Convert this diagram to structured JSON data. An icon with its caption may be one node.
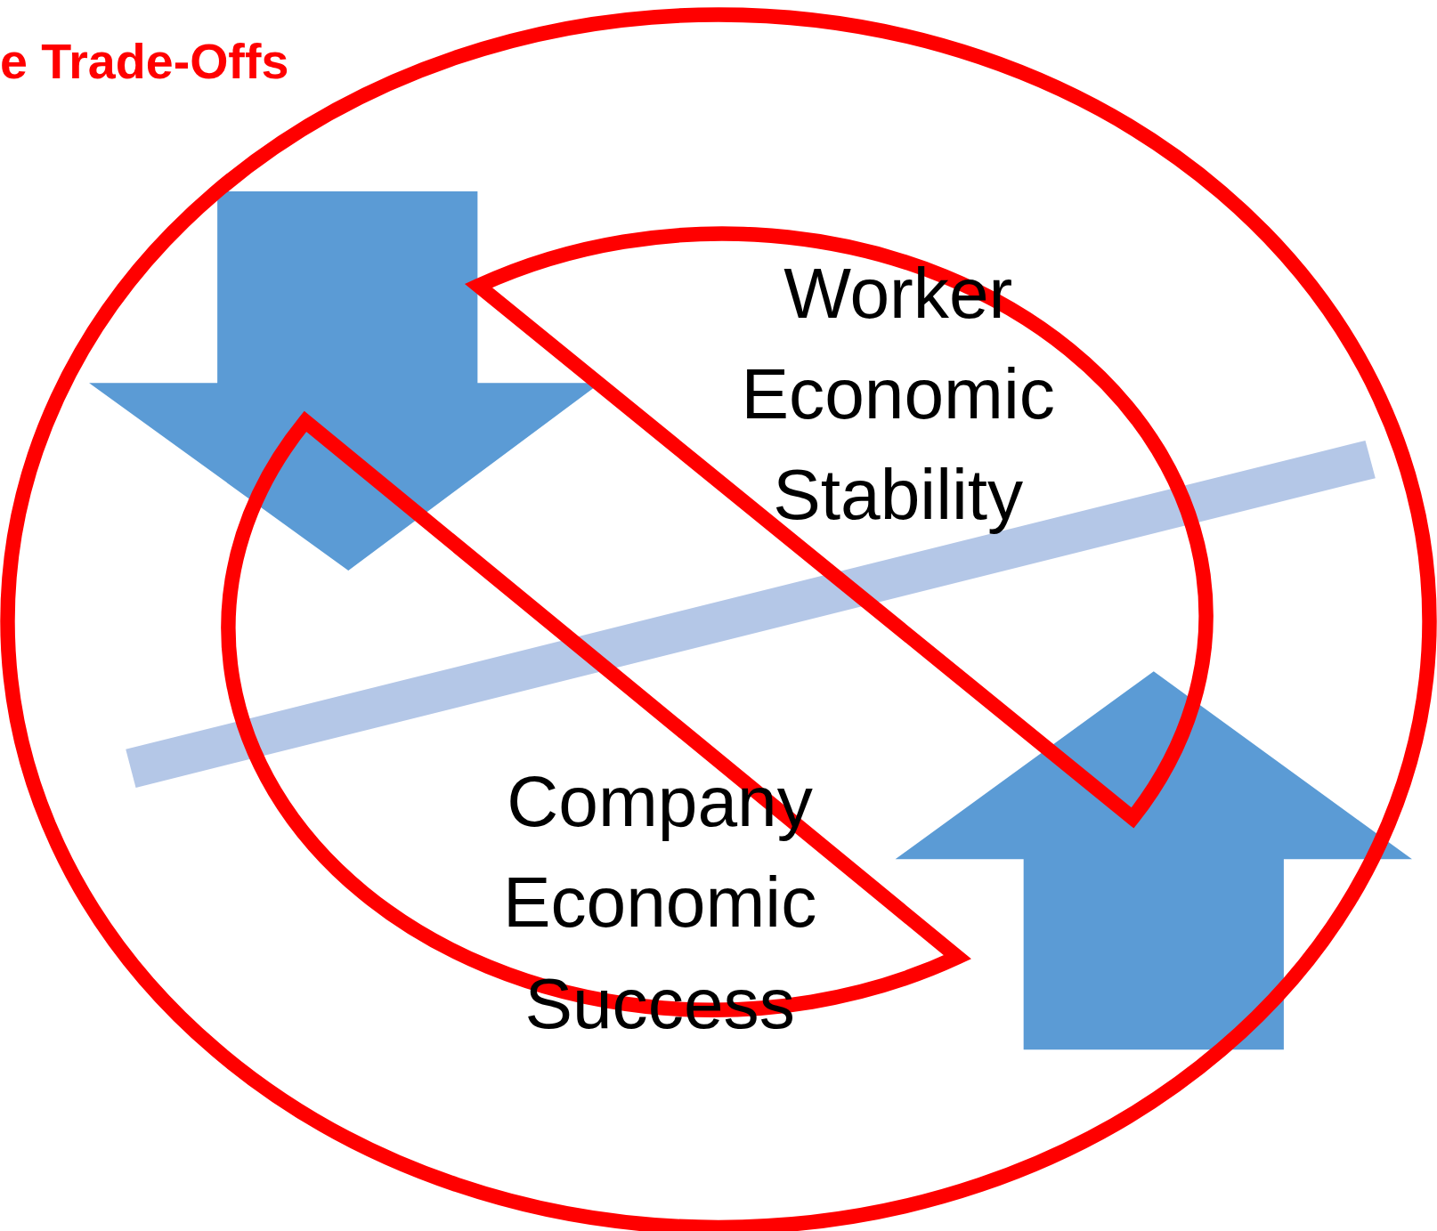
{
  "diagram": {
    "title": "e Trade-Offs",
    "labels": [
      "Worker Economic Stability",
      "Company Economic Success"
    ]
  }
}
